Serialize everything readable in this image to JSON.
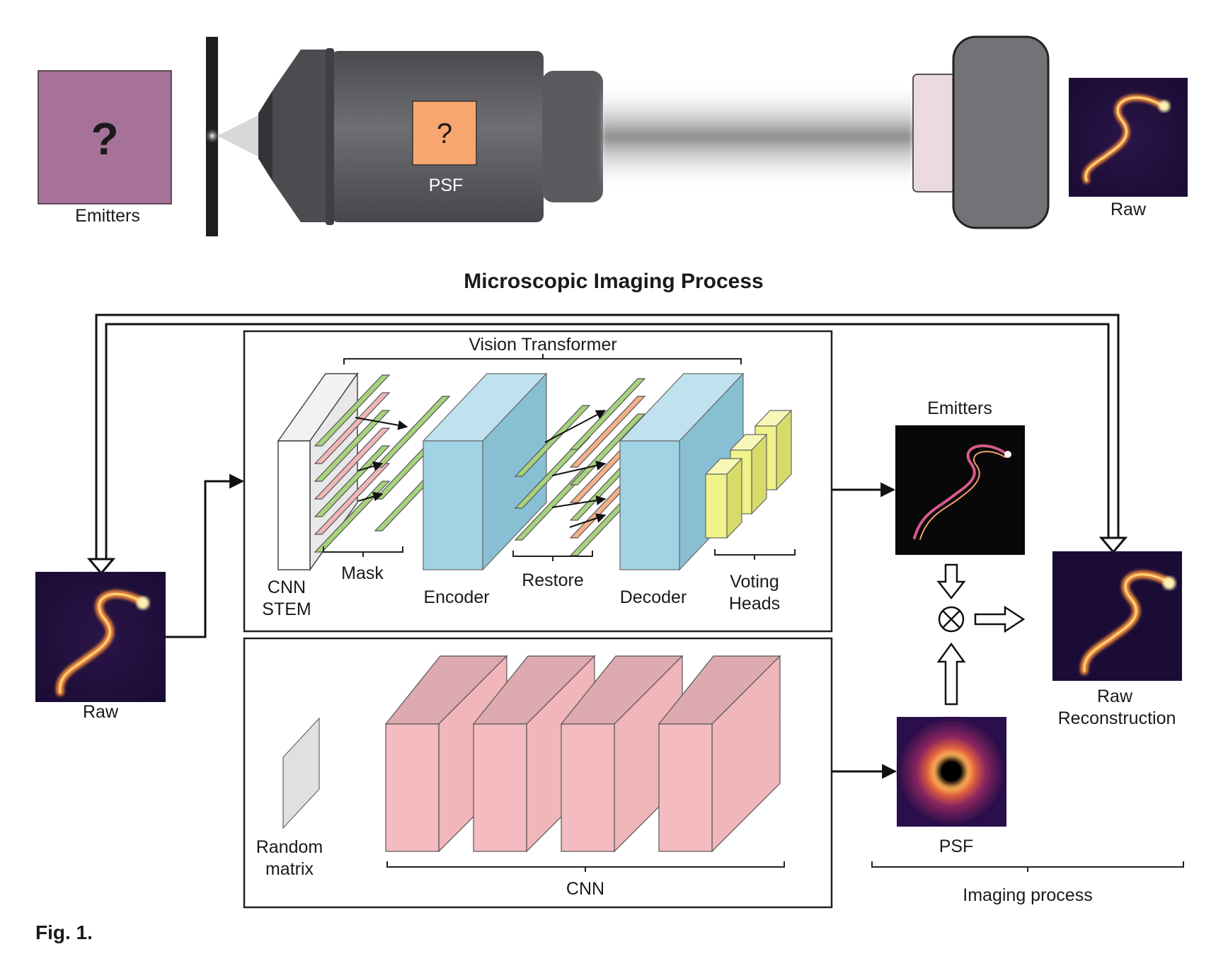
{
  "top": {
    "emitters_label": "Emitters",
    "emitters_mark": "?",
    "psf_mark": "?",
    "psf_label": "PSF",
    "raw_label": "Raw",
    "title": "Microscopic Imaging Process"
  },
  "network": {
    "vit_label": "Vision Transformer",
    "cnn_stem_1": "CNN",
    "cnn_stem_2": "STEM",
    "mask": "Mask",
    "encoder": "Encoder",
    "restore": "Restore",
    "decoder": "Decoder",
    "voting_1": "Voting",
    "voting_2": "Heads",
    "random_1": "Random",
    "random_2": "matrix",
    "cnn": "CNN"
  },
  "io": {
    "raw_input": "Raw",
    "emitters_out": "Emitters",
    "psf_out": "PSF",
    "recon_1": "Raw",
    "recon_2": "Reconstruction",
    "imaging_process": "Imaging process"
  },
  "fig_label": "Fig. 1.",
  "colors": {
    "emitter_box": "#a67297",
    "psf_box": "#f8a670",
    "objective": "#5c5d61",
    "camera": "#727377",
    "encoder": "#a0d3e3",
    "voting": "#f0f28a",
    "cnn_block": "#f4bcc0",
    "token_green": "#a8d27e",
    "token_pink": "#f0b6b8",
    "token_orange": "#f4b088"
  }
}
